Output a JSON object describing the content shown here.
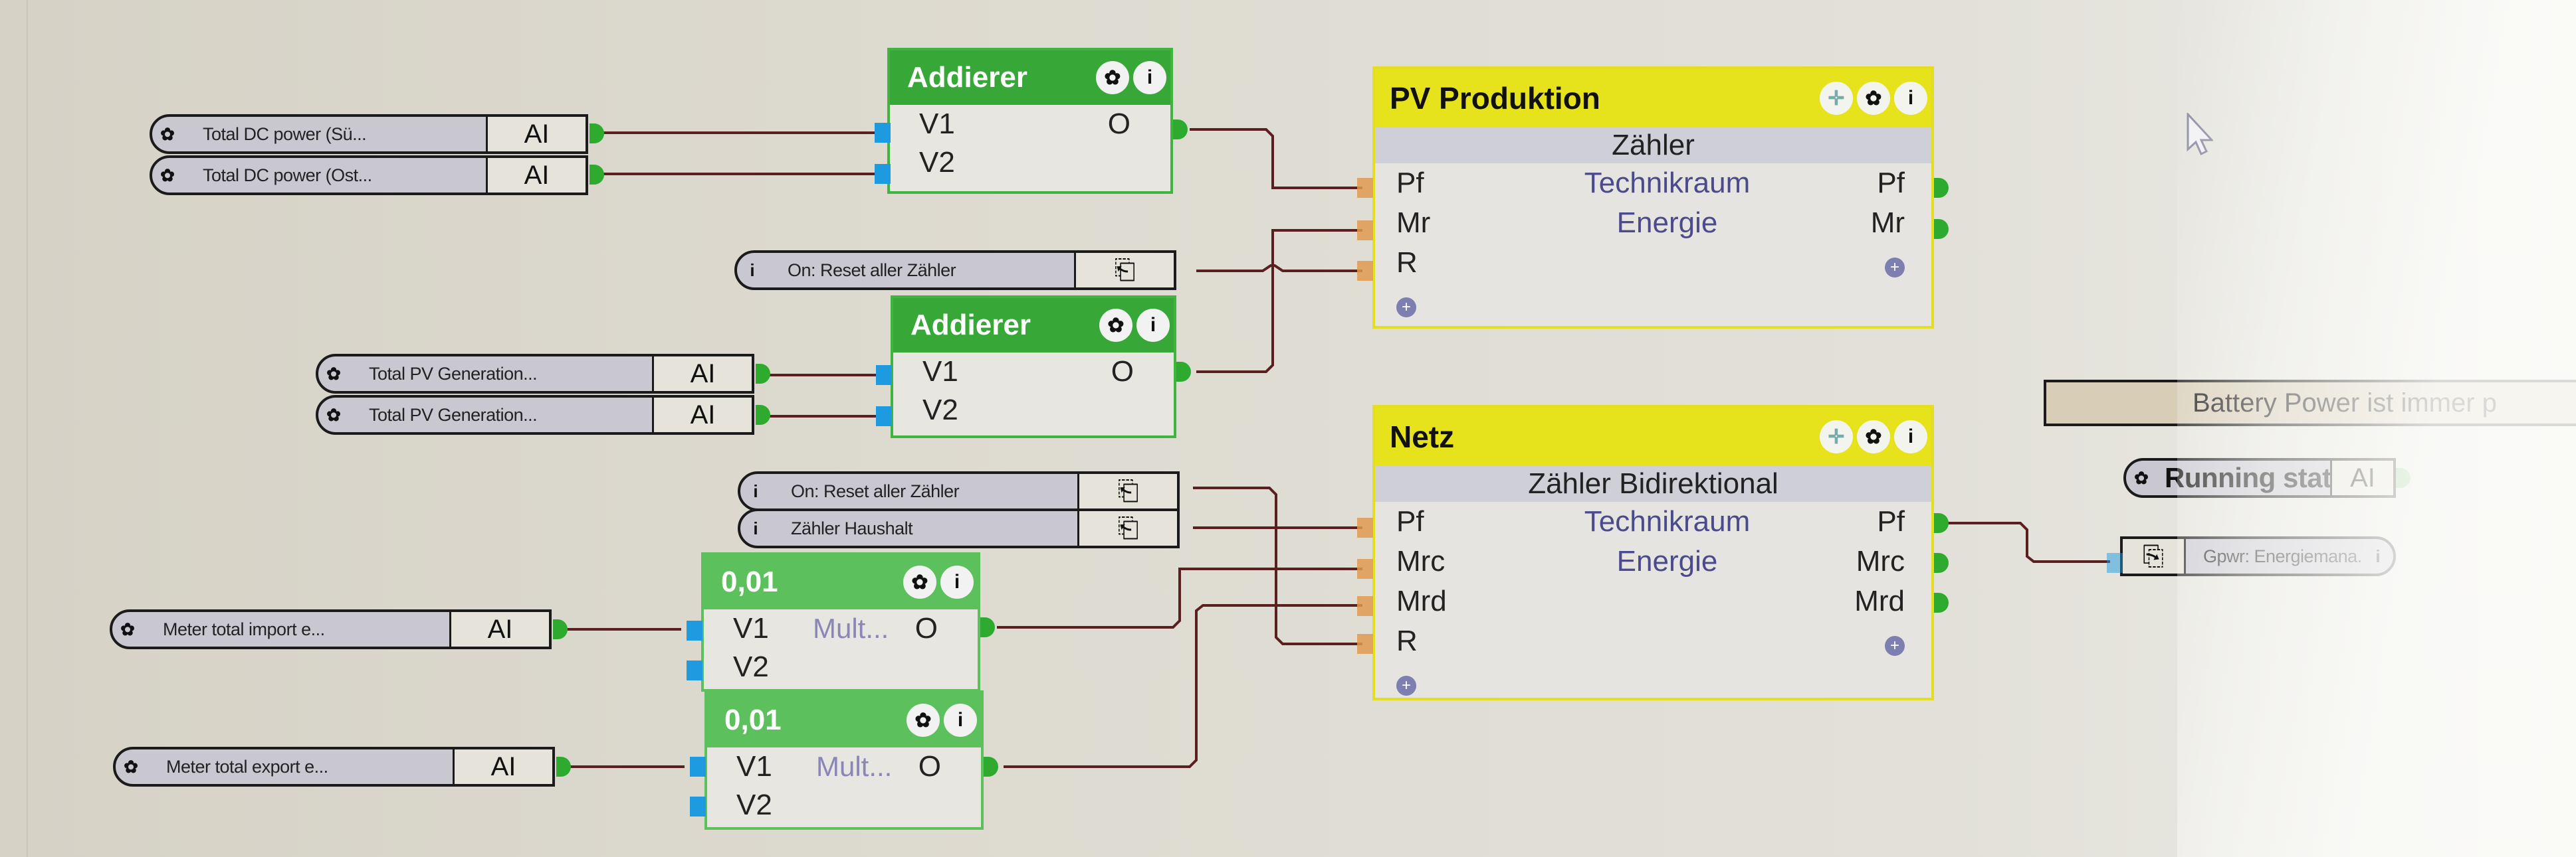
{
  "inputs": {
    "dc_power_sued": {
      "label": "Total DC power (Sü...",
      "type": "AI",
      "icon": "gear-icon"
    },
    "dc_power_ost": {
      "label": "Total DC power (Ost...",
      "type": "AI",
      "icon": "gear-icon"
    },
    "reset_1": {
      "label": "On: Reset aller Zähler",
      "type_icon": "output-trigger-icon",
      "icon": "info-icon"
    },
    "pv_gen_1": {
      "label": "Total  PV  Generation...",
      "type": "AI",
      "icon": "gear-icon"
    },
    "pv_gen_2": {
      "label": "Total  PV  Generation...",
      "type": "AI",
      "icon": "gear-icon"
    },
    "reset_2": {
      "label": "On: Reset aller Zähler",
      "type_icon": "output-trigger-icon",
      "icon": "info-icon"
    },
    "zaehler_haushalt": {
      "label": "Zähler Haushalt",
      "type_icon": "output-trigger-icon",
      "icon": "info-icon"
    },
    "meter_import": {
      "label": "Meter  total  import  e...",
      "type": "AI",
      "icon": "gear-icon"
    },
    "meter_export": {
      "label": "Meter  total  export  e...",
      "type": "AI",
      "icon": "gear-icon"
    },
    "running_state": {
      "label": "Running state",
      "type": "AI",
      "icon": "gear-icon"
    },
    "gpwr_output": {
      "label": "Gpwr:  Energiemana...",
      "type_icon": "input-trigger-icon",
      "icon": "info-icon"
    }
  },
  "blocks": {
    "addierer_1": {
      "title": "Addierer",
      "inputs": [
        "V1",
        "V2"
      ],
      "output": "O"
    },
    "addierer_2": {
      "title": "Addierer",
      "inputs": [
        "V1",
        "V2"
      ],
      "output": "O"
    },
    "mult_1": {
      "title": "0,01",
      "inputs": [
        "V1",
        "V2"
      ],
      "middle": "Mult...",
      "output": "O"
    },
    "mult_2": {
      "title": "0,01",
      "inputs": [
        "V1",
        "V2"
      ],
      "middle": "Mult...",
      "output": "O"
    },
    "pv_produktion": {
      "title": "PV Produktion",
      "subtitle": "Zähler",
      "room": "Technikraum",
      "category": "Energie",
      "inputs": [
        "Pf",
        "Mr",
        "R"
      ],
      "outputs": [
        "Pf",
        "Mr"
      ]
    },
    "netz": {
      "title": "Netz",
      "subtitle": "Zähler Bidirektional",
      "room": "Technikraum",
      "category": "Energie",
      "inputs": [
        "Pf",
        "Mrc",
        "Mrd",
        "R"
      ],
      "outputs": [
        "Pf",
        "Mrc",
        "Mrd"
      ]
    }
  },
  "comment": {
    "text": "Battery Power ist immer p"
  },
  "icons": {
    "gear": "✿",
    "info": "i",
    "plus": "+",
    "move": "✛"
  },
  "colors": {
    "block_green": "#37a837",
    "block_yellow": "#e6e21c",
    "wire": "#5a1f1f",
    "port_in": "#1e9be0",
    "port_out": "#2eaa2e"
  }
}
